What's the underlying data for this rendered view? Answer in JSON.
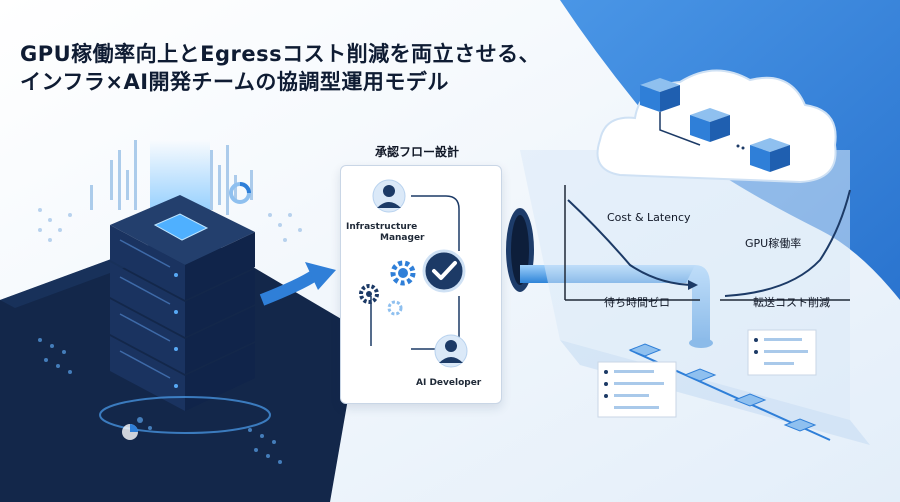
{
  "title": {
    "line1": "GPU稼働率向上とEgressコスト削減を両立させる、",
    "line2": "インフラ×AI開発チームの協調型運用モデル"
  },
  "approval_card": {
    "heading": "承認フロー設計",
    "role_top_line1": "Infrastructure",
    "role_top_line2": "Manager",
    "role_bottom": "AI Developer"
  },
  "chart_labels": {
    "left_top": "Cost & Latency",
    "right_top": "GPU稼働率",
    "left_bottom": "待ち時間ゼロ",
    "right_bottom": "転送コスト削減"
  },
  "colors": {
    "navy": "#13274a",
    "blue": "#2f7fd8",
    "light_blue": "#8fc0ef",
    "sky": "#dcebfa"
  }
}
